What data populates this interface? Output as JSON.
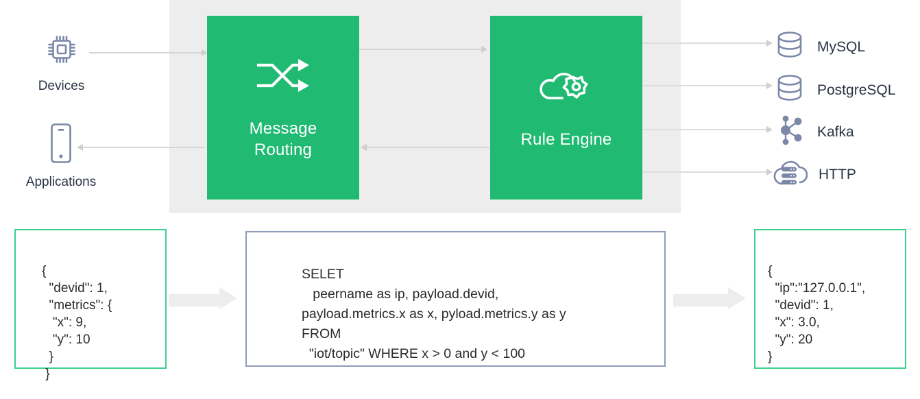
{
  "diagram": {
    "title": "EMQX message routing and rule engine data flow",
    "colors": {
      "green_fill": "#21ba72",
      "green_border": "#3ecf8e",
      "panel_gray": "#ededed",
      "icon_slate": "#7b87a8",
      "text_dark": "#2b3445",
      "sql_border": "#8e9cba",
      "line_gray": "#d6d6d6"
    }
  },
  "sources": [
    {
      "id": "devices",
      "label": "Devices",
      "icon": "chip-icon"
    },
    {
      "id": "applications",
      "label": "Applications",
      "icon": "smartphone-icon"
    }
  ],
  "stages": [
    {
      "id": "message-routing",
      "label": "Message\nRouting",
      "label_line1": "Message",
      "label_line2": "Routing",
      "icon": "shuffle-arrows-icon"
    },
    {
      "id": "rule-engine",
      "label": "Rule Engine",
      "icon": "cloud-gear-icon"
    }
  ],
  "sinks": [
    {
      "id": "mysql",
      "label": "MySQL",
      "icon": "database-cylinder-icon"
    },
    {
      "id": "postgresql",
      "label": "PostgreSQL",
      "icon": "database-cylinder-icon"
    },
    {
      "id": "kafka",
      "label": "Kafka",
      "icon": "node-graph-icon"
    },
    {
      "id": "http",
      "label": "HTTP",
      "icon": "cloud-server-icon"
    }
  ],
  "payloads": {
    "input_json": "{\n  \"devid\": 1,\n  \"metrics\": {\n   \"x\": 9,\n   \"y\": 10\n  }\n }",
    "sql_statement": "SELET\n   peername as ip, payload.devid, payload.metrics.x as x, pyload.metrics.y as y FROM\n  \"iot/topic\" WHERE x > 0 and y < 100",
    "output_json": "{\n  \"ip\":\"127.0.0.1\",\n  \"devid\": 1,\n  \"x\": 3.0,\n  \"y\": 20\n}"
  }
}
